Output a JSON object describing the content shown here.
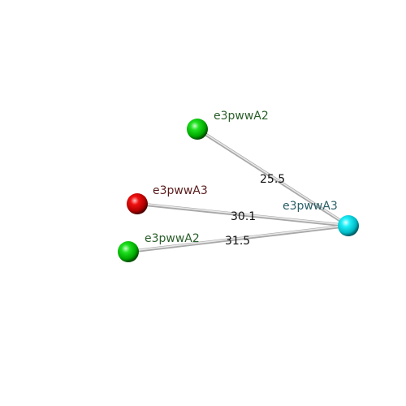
{
  "diagram": {
    "nodes": [
      {
        "id": "n_top",
        "label": "e3pwwA2",
        "color": "green",
        "label_color": "#2a5e2a"
      },
      {
        "id": "n_red",
        "label": "e3pwwA3",
        "color": "red",
        "label_color": "#5a1c1c"
      },
      {
        "id": "n_bottom",
        "label": "e3pwwA2",
        "color": "green",
        "label_color": "#2a5e2a"
      },
      {
        "id": "n_cyan",
        "label": "e3pwwA3",
        "color": "cyan",
        "label_color": "#2a5f66"
      }
    ],
    "edges": [
      {
        "id": "e1",
        "from": "n_top",
        "to": "n_cyan",
        "label": "25.5"
      },
      {
        "id": "e2",
        "from": "n_red",
        "to": "n_cyan",
        "label": "30.1"
      },
      {
        "id": "e3",
        "from": "n_bottom",
        "to": "n_cyan",
        "label": "31.5"
      }
    ],
    "colors": {
      "green": "#00d400",
      "red": "#e00000",
      "cyan": "#00e0e8",
      "edge": "#c8c8c8"
    }
  }
}
